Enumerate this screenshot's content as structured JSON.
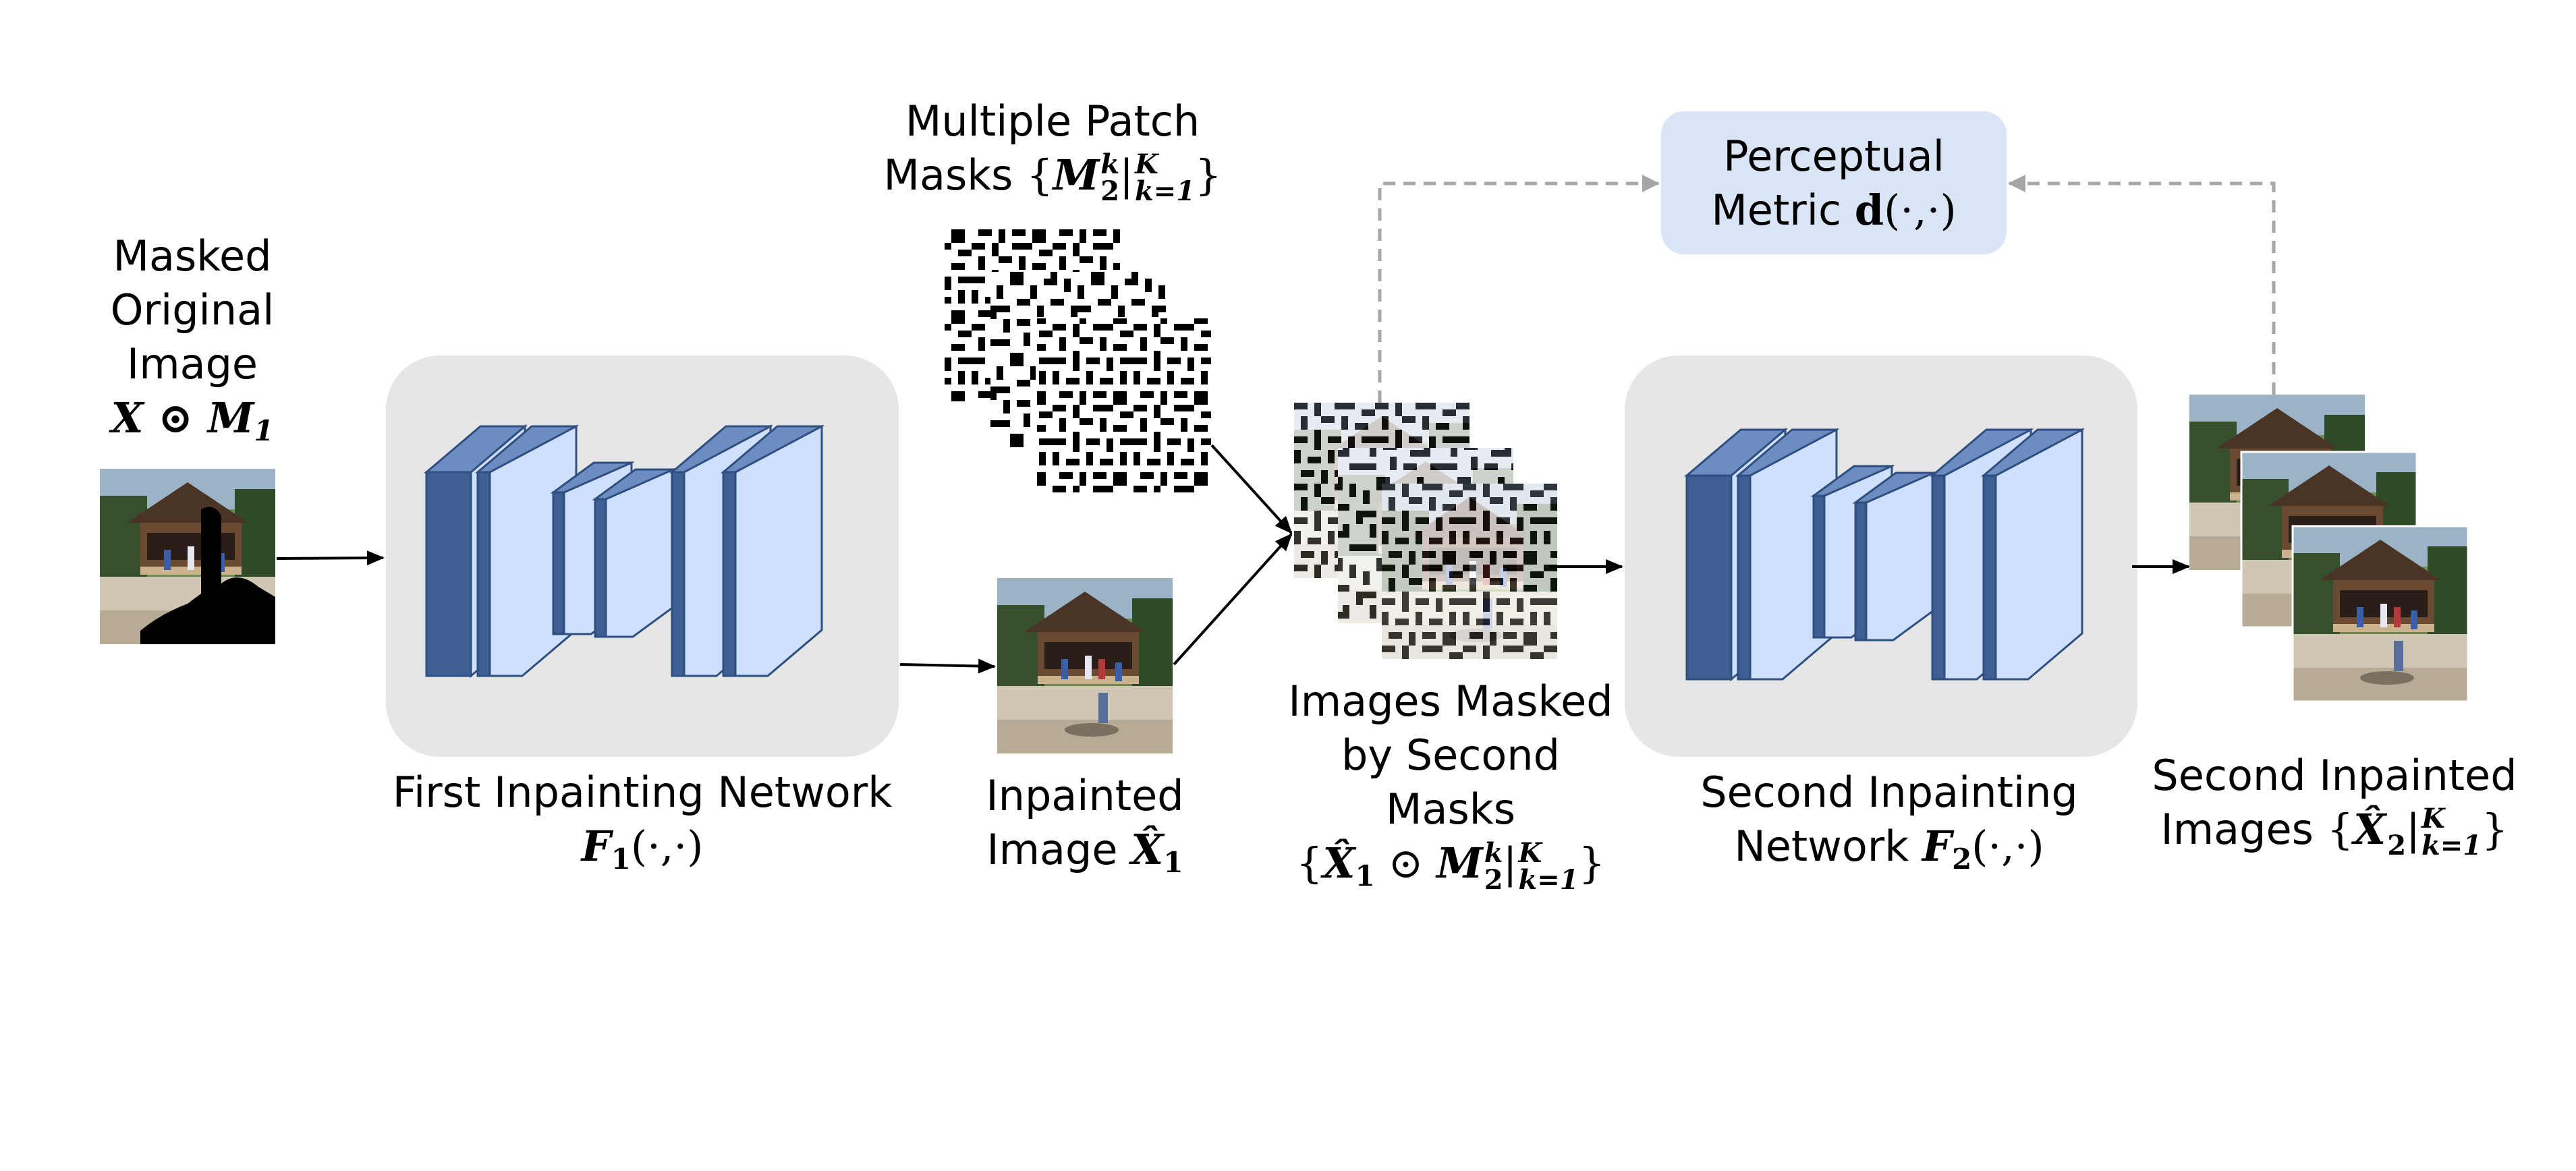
{
  "labels": {
    "masked_original_line1": "Masked",
    "masked_original_line2": "Original",
    "masked_original_line3": "Image",
    "first_network": "First Inpainting Network",
    "inpainted_line1": "Inpainted",
    "inpainted_line2": "Image",
    "patch_masks_line1": "Multiple Patch",
    "patch_masks_line2": "Masks",
    "masked_second_line1": "Images Masked",
    "masked_second_line2": "by Second",
    "masked_second_line3": "Masks",
    "second_network_line1": "Second Inpainting",
    "second_network_line2": "Network",
    "second_inpainted_line1": "Second Inpainted",
    "second_inpainted_line2": "Images",
    "perceptual_line1": "Perceptual",
    "perceptual_line2": "Metric"
  },
  "math": {
    "X": "X",
    "odot": "⊙",
    "M": "M",
    "one": "1",
    "two": "2",
    "F": "F",
    "args": "(·,·)",
    "Xhat": "X̂",
    "k": "k",
    "K": "K",
    "k_eq_1": "k=1",
    "bar": "|",
    "lbrace": "{",
    "rbrace": "}",
    "d": "d"
  },
  "colors": {
    "network_panel": "#e6e6e6",
    "layer_front": "#cfe0fc",
    "layer_side": "#3e5f91",
    "layer_top": "#6c8dc0",
    "layer_edge": "#2f4f80",
    "metric_box": "#d9e5f7",
    "dashed_arrow": "#a6a6a6",
    "arrow": "#000000"
  },
  "icons": {
    "photo": "photo-icon",
    "mask": "mask-pattern-icon"
  }
}
